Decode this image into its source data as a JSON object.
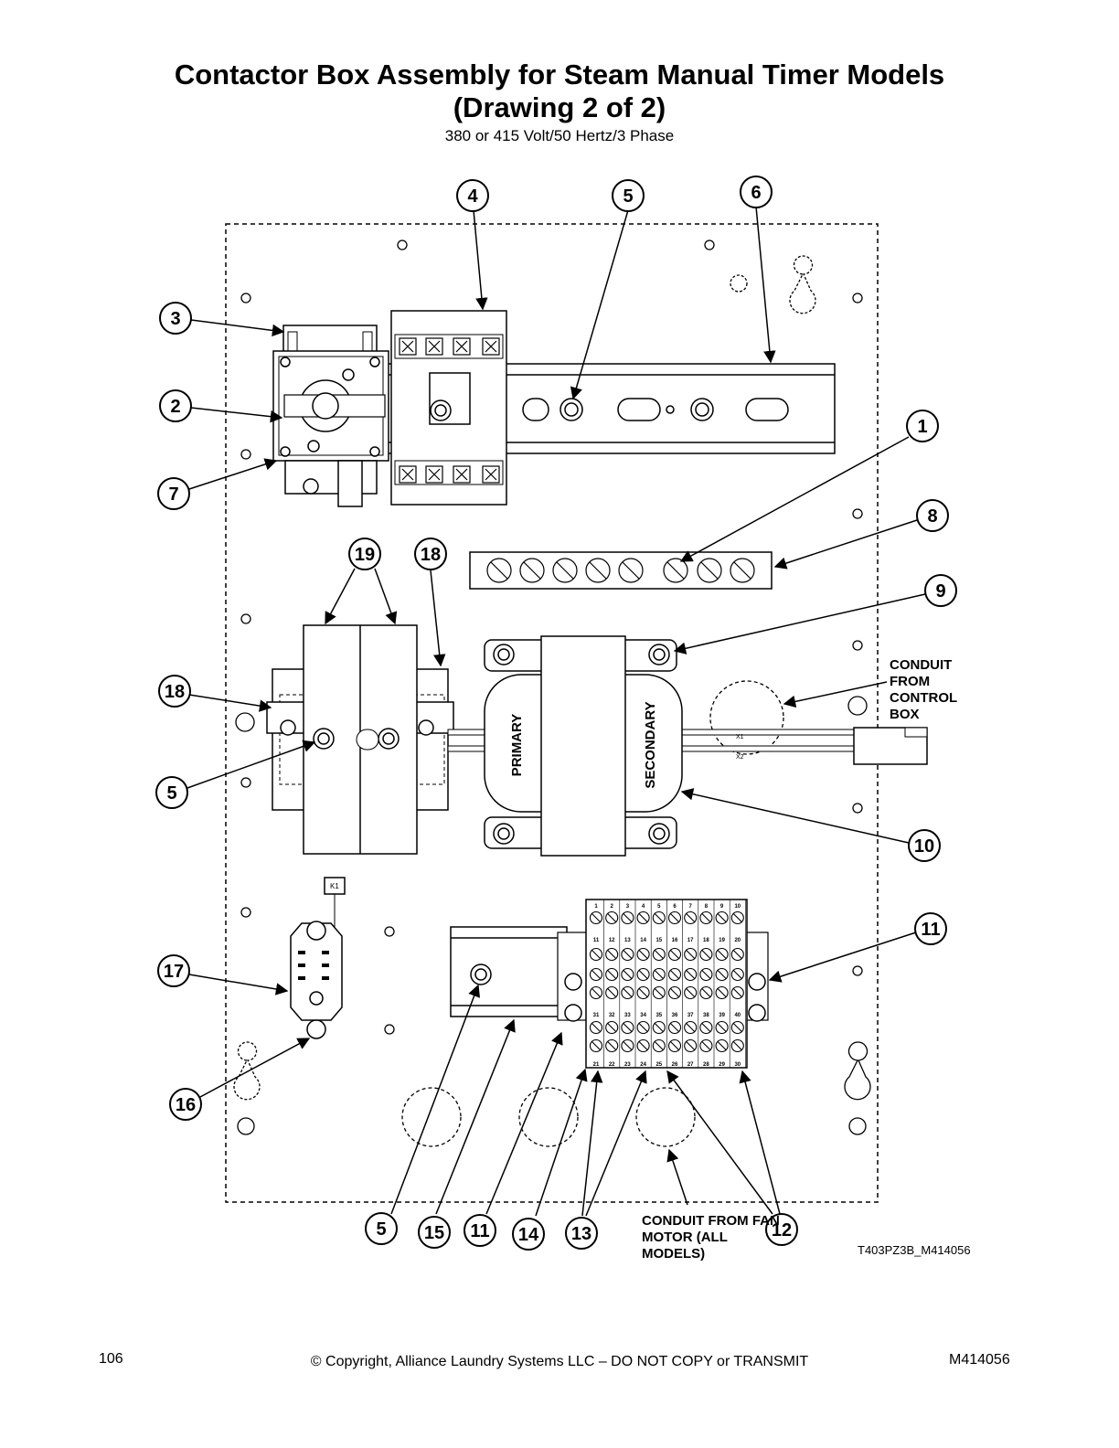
{
  "title_line1": "Contactor Box Assembly for Steam Manual Timer Models",
  "title_line2": "(Drawing 2 of 2)",
  "subtitle": "380 or 415 Volt/50 Hertz/3 Phase",
  "callout_numbers": [
    "4",
    "5",
    "6",
    "3",
    "2",
    "7",
    "1",
    "8",
    "19",
    "18",
    "9",
    "18",
    "5",
    "10",
    "11",
    "17",
    "16",
    "5",
    "15",
    "11",
    "14",
    "13",
    "12"
  ],
  "notes": {
    "conduit_control": "CONDUIT FROM CONTROL BOX",
    "conduit_fan": "CONDUIT FROM FAN MOTOR (ALL MODELS)"
  },
  "labels": {
    "primary": "PRIMARY",
    "secondary": "SECONDARY",
    "x1": "X1",
    "x2": "X2",
    "relay_tag": "K1"
  },
  "terminal_numbers": {
    "row1": [
      "1",
      "2",
      "3",
      "4",
      "5",
      "6",
      "7",
      "8",
      "9",
      "10"
    ],
    "row2": [
      "11",
      "12",
      "13",
      "14",
      "15",
      "16",
      "17",
      "18",
      "19",
      "20"
    ],
    "row3": [
      "31",
      "32",
      "33",
      "34",
      "35",
      "36",
      "37",
      "38",
      "39",
      "40"
    ],
    "row4": [
      "21",
      "22",
      "23",
      "24",
      "25",
      "26",
      "27",
      "28",
      "29",
      "30"
    ]
  },
  "drawing_ref": "T403PZ3B_M414056",
  "footer": {
    "page_number": "106",
    "copyright": "© Copyright, Alliance Laundry Systems LLC – DO NOT COPY or TRANSMIT",
    "doc_number": "M414056"
  }
}
